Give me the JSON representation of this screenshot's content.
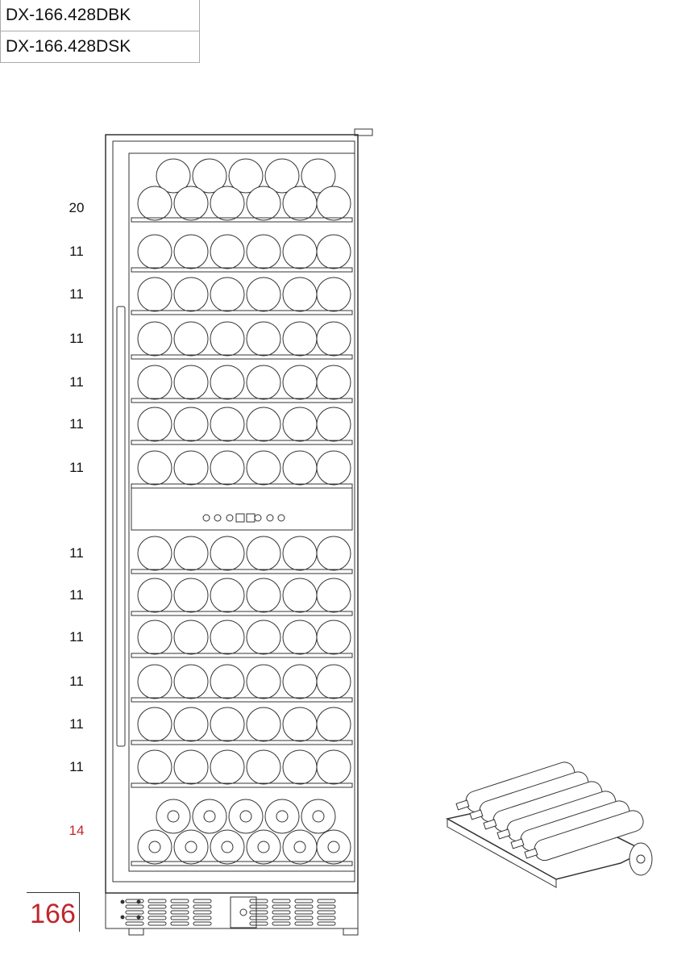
{
  "models": [
    "DX-166.428DBK",
    "DX-166.428DSK"
  ],
  "shelf_counts": [
    {
      "label": "20",
      "type": "double",
      "highlight": false
    },
    {
      "label": "11",
      "type": "single",
      "highlight": false
    },
    {
      "label": "11",
      "type": "single",
      "highlight": false
    },
    {
      "label": "11",
      "type": "single",
      "highlight": false
    },
    {
      "label": "11",
      "type": "single",
      "highlight": false
    },
    {
      "label": "11",
      "type": "single",
      "highlight": false
    },
    {
      "label": "11",
      "type": "single",
      "highlight": false
    },
    {
      "label": "11",
      "type": "single",
      "highlight": false
    },
    {
      "label": "11",
      "type": "single",
      "highlight": false
    },
    {
      "label": "11",
      "type": "single",
      "highlight": false
    },
    {
      "label": "11",
      "type": "single",
      "highlight": false
    },
    {
      "label": "11",
      "type": "single",
      "highlight": false
    },
    {
      "label": "11",
      "type": "single",
      "highlight": false
    },
    {
      "label": "14",
      "type": "bottom",
      "highlight": true
    }
  ],
  "total_bottles": "166",
  "colors": {
    "line": "#333333",
    "highlight": "#c0262b"
  }
}
